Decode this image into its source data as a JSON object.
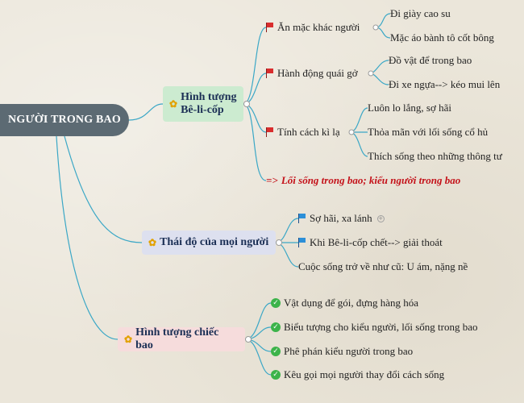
{
  "root": "NGƯỜI TRONG BAO",
  "branch1": {
    "title_line1": "Hình tượng",
    "title_line2": "Bê-li-cốp",
    "items": [
      {
        "label": "Ăn mặc khác người",
        "children": [
          "Đi giày cao su",
          "Mặc áo bành tô cốt bông"
        ]
      },
      {
        "label": "Hành động quái gở",
        "children": [
          "Đồ vật để trong bao",
          "Đi xe ngựa--> kéo mui lên"
        ]
      },
      {
        "label": "Tính cách kì lạ",
        "children": [
          "Luôn lo lắng, sợ hãi",
          "Thỏa mãn với lối sống cổ hủ",
          "Thích sống theo những thông tư"
        ]
      }
    ],
    "conclusion_arrow": "=>",
    "conclusion": "Lối sống trong bao; kiểu người trong bao"
  },
  "branch2": {
    "title": "Thái độ của mọi người",
    "items": [
      "Sợ hãi, xa lánh",
      "Khi Bê-li-cốp chết--> giải thoát",
      "Cuộc sống trở về như cũ: U ám, nặng nề"
    ]
  },
  "branch3": {
    "title": "Hình tượng chiếc bao",
    "items": [
      "Vật dụng để gói, đựng hàng hóa",
      "Biểu tượng cho kiểu người, lối sống trong bao",
      "Phê phán kiểu người trong bao",
      "Kêu gọi mọi người thay đổi cách sống"
    ]
  },
  "colors": {
    "root_bg": "#5c6a73",
    "branch1_bg": "#ccebd0",
    "branch2_bg": "#dde0ef",
    "branch3_bg": "#f6dcdc",
    "link": "#3aa7c6",
    "conclusion": "#c4121a"
  }
}
